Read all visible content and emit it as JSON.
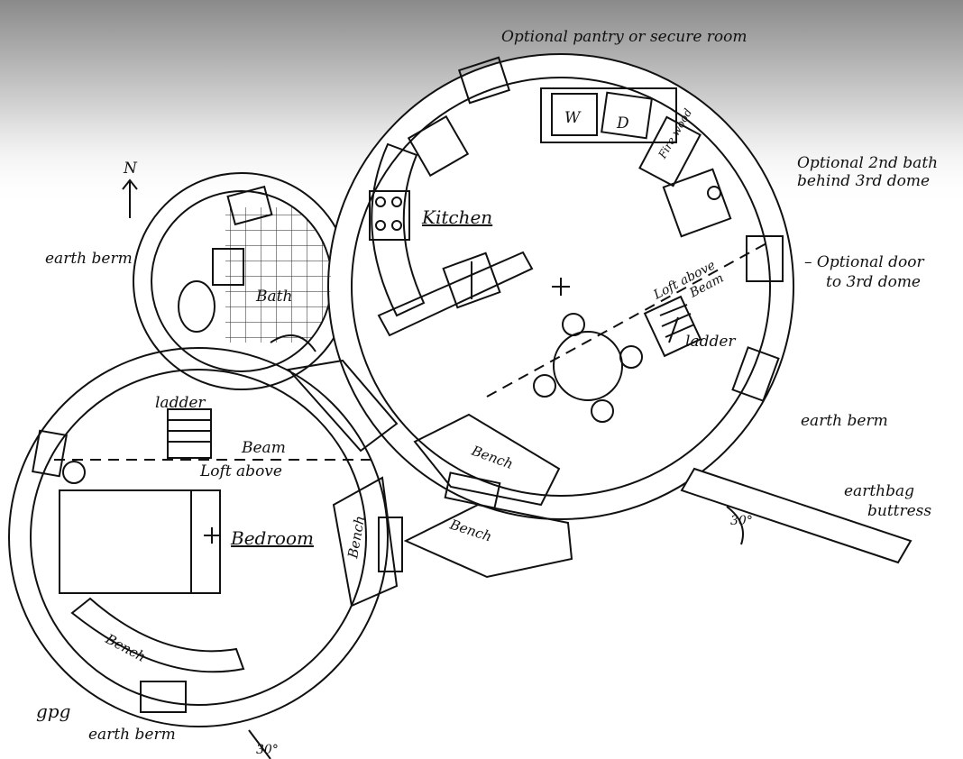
{
  "labels": {
    "pantry": "Optional pantry or secure room",
    "second_bath": "Optional 2nd bath",
    "second_bath_2": "behind 3rd dome",
    "door": "– Optional door",
    "door_2": "to 3rd dome",
    "kitchen": "Kitchen",
    "bath": "Bath",
    "washer": "W",
    "dryer": "D",
    "firewood": "Fire wood",
    "loft_above_right": "Loft above",
    "beam_right": "Beam",
    "ladder_right": "ladder",
    "earth_berm_left": "earth berm",
    "earth_berm_right": "earth berm",
    "earth_berm_bottom": "earth berm",
    "earthbag": "earthbag",
    "buttress": "buttress",
    "angle_right": "30°",
    "angle_bottom": "30°",
    "ladder_left": "ladder",
    "beam_left": "Beam",
    "loft_above_left": "Loft above",
    "bedroom": "Bedroom",
    "bench_bedroom": "Bench",
    "bench_vertical": "Bench",
    "bench_upper": "Bench",
    "bench_lower": "Bench",
    "north": "N",
    "signature": "gpg"
  },
  "colors": {
    "ink": "#111111",
    "paper": "#ffffff",
    "shade_top": "#8a8a8a"
  }
}
